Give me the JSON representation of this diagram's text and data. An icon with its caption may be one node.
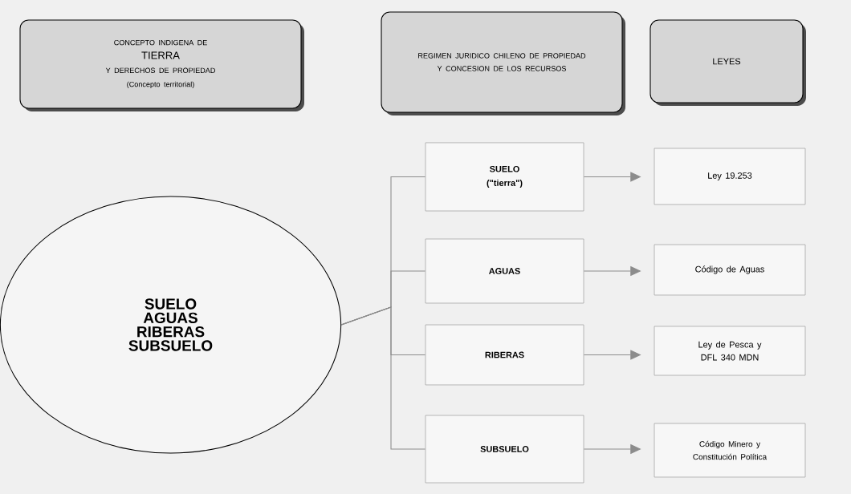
{
  "diagram": {
    "nodes": [
      {
        "text": [
          "CONCEPTO INDIGENA DE",
          "TIERRA",
          "Y DERECHOS DE PROPIEDAD",
          "(Concepto territorial)"
        ]
      },
      {
        "text": [
          "REGIMEN JURIDICO CHILENO DE PROPIEDAD Y CONCESION DE LOS RECURSOS"
        ]
      },
      {
        "text": [
          "LEYES"
        ]
      },
      {
        "text": [
          "SUELO",
          "AGUAS",
          "RIBERAS",
          "SUBSUELO"
        ]
      },
      {
        "text": [
          "SUELO",
          "(\"tierra\")"
        ]
      },
      {
        "text": [
          "AGUAS"
        ]
      },
      {
        "text": [
          "RIBERAS"
        ]
      },
      {
        "text": [
          "SUBSUELO"
        ]
      },
      {
        "text": [
          "Ley  19.253"
        ]
      },
      {
        "text": [
          "Código de Aguas"
        ]
      },
      {
        "text": [
          "Ley de Pesca y DFL 340 MDN"
        ]
      },
      {
        "text": [
          "Código Minero y Constitución Política"
        ]
      }
    ],
    "edges": [
      {
        "from": 3,
        "to": 4,
        "arrow": "none"
      },
      {
        "from": 3,
        "to": 5,
        "arrow": "none"
      },
      {
        "from": 3,
        "to": 6,
        "arrow": "none"
      },
      {
        "from": 3,
        "to": 7,
        "arrow": "none"
      },
      {
        "from": 4,
        "to": 8,
        "arrow": "to"
      },
      {
        "from": 5,
        "to": 9,
        "arrow": "to"
      },
      {
        "from": 6,
        "to": 10,
        "arrow": "to"
      },
      {
        "from": 7,
        "to": 11,
        "arrow": "to"
      }
    ]
  }
}
